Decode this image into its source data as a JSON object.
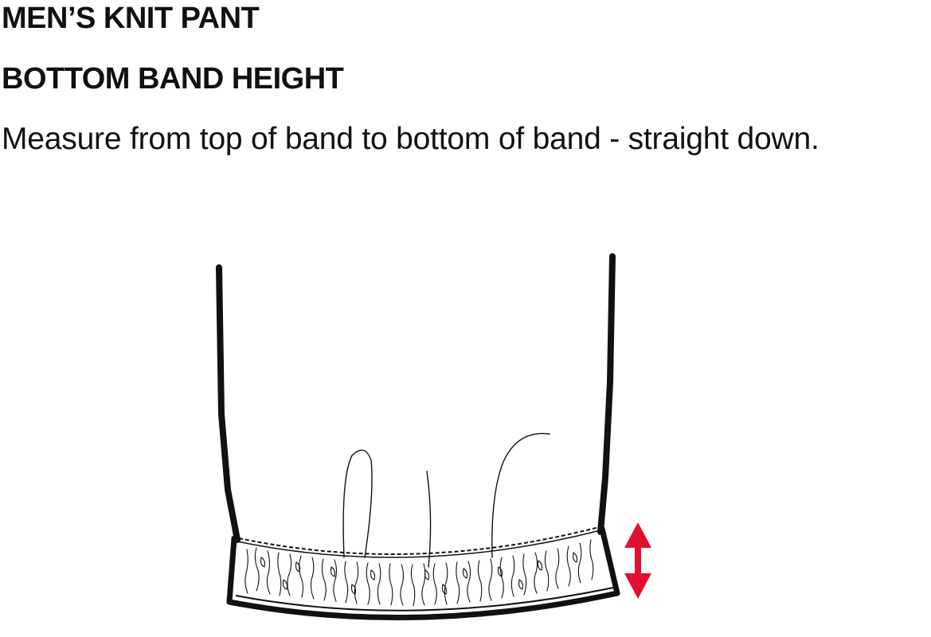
{
  "header": {
    "title": "MEN’S KNIT PANT",
    "subtitle": "BOTTOM BAND HEIGHT",
    "instruction": "Measure from top of band to bottom of band - straight down."
  },
  "diagram": {
    "subject": "pant-leg-bottom-band",
    "measurement": "bottom-band-height",
    "arrow_color": "#e0102f",
    "outline_color": "#111111"
  }
}
